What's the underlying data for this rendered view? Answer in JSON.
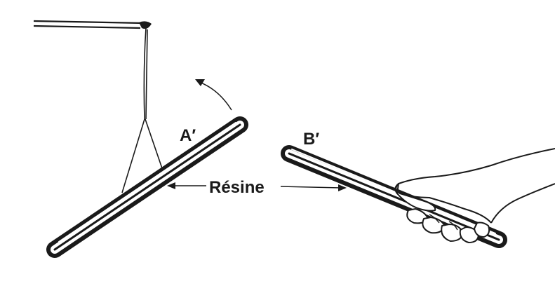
{
  "labels": {
    "rod_a": "A′",
    "rod_b": "B′",
    "material": "Résine"
  },
  "colors": {
    "ink": "#1a1a1a",
    "highlight": "#ffffff",
    "background": "#ffffff"
  }
}
